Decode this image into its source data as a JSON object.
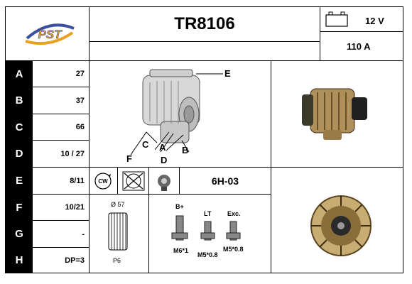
{
  "header": {
    "logo_text": "PST",
    "part_number": "TR8106",
    "voltage": "12 V",
    "amperage": "110 A"
  },
  "rows": [
    {
      "label": "A",
      "value": "27"
    },
    {
      "label": "B",
      "value": "37"
    },
    {
      "label": "C",
      "value": "66"
    },
    {
      "label": "D",
      "value": "10 / 27"
    },
    {
      "label": "E",
      "value": "8/11"
    },
    {
      "label": "F",
      "value": "10/21"
    },
    {
      "label": "G",
      "value": "-"
    },
    {
      "label": "H",
      "value": "DP=3"
    }
  ],
  "diagram": {
    "labels": {
      "E": "E",
      "F": "F",
      "C": "C",
      "A": "A",
      "B": "B",
      "D": "D"
    }
  },
  "rotation": {
    "cw_text": "CW"
  },
  "regulator_code": "6H-03",
  "pulley": {
    "diameter": "Ø 57",
    "type": "P6"
  },
  "terminals": {
    "b_plus": "B+",
    "lt": "LT",
    "exc": "Exc.",
    "m6": "M6*1",
    "m5a": "M5*0.8",
    "m5b": "M5*0.8"
  },
  "colors": {
    "logo_orange": "#e8a020",
    "logo_blue": "#3a4fa0",
    "label_bg": "#000000"
  }
}
